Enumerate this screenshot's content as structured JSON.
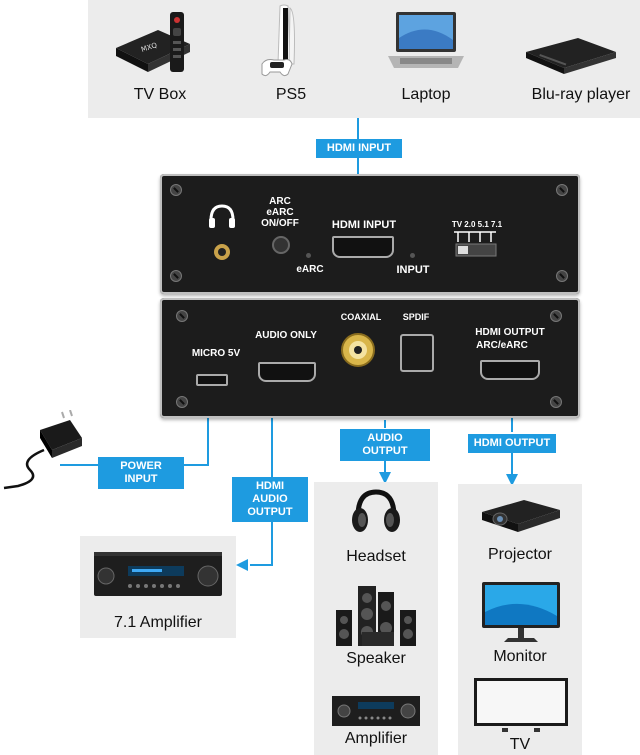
{
  "sources": [
    {
      "label": "TV Box",
      "icon": "tv-box-icon"
    },
    {
      "label": "PS5",
      "icon": "ps5-console-icon"
    },
    {
      "label": "Laptop",
      "icon": "laptop-icon"
    },
    {
      "label": "Blu-ray player",
      "icon": "bluray-player-icon"
    }
  ],
  "tags": {
    "hdmi_input": "HDMI INPUT",
    "power_input": "POWER INPUT",
    "hdmi_audio_output": "HDMI AUDIO OUTPUT",
    "audio_output": "AUDIO OUTPUT",
    "hdmi_output": "HDMI OUTPUT"
  },
  "front_panel": {
    "arc": "ARC",
    "earc": "eARC",
    "onoff": "ON/OFF",
    "hdmi_input": "HDMI INPUT",
    "earc_led": "eARC",
    "input_led": "INPUT",
    "switch_labels": "TV 2.0 5.1 7.1"
  },
  "back_panel": {
    "micro5v": "MICRO 5V",
    "audio_only": "AUDIO ONLY",
    "coaxial": "COAXIAL",
    "spdif": "SPDIF",
    "hdmi_output": "HDMI OUTPUT",
    "arc_earc": "ARC/eARC"
  },
  "amplifier_left": {
    "label": "7.1 Amplifier",
    "icon": "av-receiver-icon"
  },
  "audio_devices": [
    {
      "label": "Headset",
      "icon": "headphones-icon"
    },
    {
      "label": "Speaker",
      "icon": "speaker-system-icon"
    },
    {
      "label": "Amplifier",
      "icon": "amplifier-icon"
    }
  ],
  "video_devices": [
    {
      "label": "Projector",
      "icon": "projector-icon"
    },
    {
      "label": "Monitor",
      "icon": "monitor-icon"
    },
    {
      "label": "TV",
      "icon": "tv-icon"
    }
  ],
  "colors": {
    "accent": "#1e9be0",
    "device_body": "#1c1c1c",
    "panel_bg": "#ececec"
  }
}
